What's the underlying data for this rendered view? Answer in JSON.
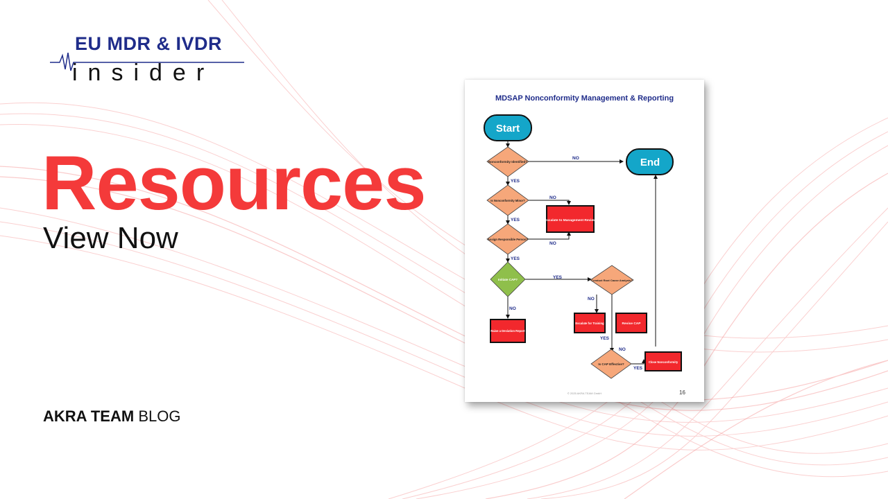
{
  "logo": {
    "title": "EU MDR & IVDR",
    "subtitle": "insider"
  },
  "hero": {
    "headline": "Resources",
    "subline": "View Now"
  },
  "footer": {
    "brand_bold": "AKRA TEAM",
    "brand_rest": "BLOG"
  },
  "document": {
    "title": "MDSAP Nonconformity Management & Reporting",
    "copyright": "© 2025 AKRA TEAM GmbH",
    "page_number": "16",
    "nodes": {
      "start": "Start",
      "end": "End",
      "identified": "Nonconformity Identified?",
      "minor": "Is Nonconformity Minor?",
      "escalate_mgmt": "Escalate to Management Review",
      "assign": "Assign Responsible Person?",
      "initiate_cap": "Initiate CAP?",
      "root_cause": "Conduct Root Cause Analysis?",
      "escalate_training": "Escalate for Training",
      "revise_cap": "Revise CAP",
      "deviation": "Raise a Deviation Report",
      "cap_effective": "Is CAP Effective?",
      "close": "Close Nonconformity"
    },
    "edges": {
      "no": "NO",
      "yes": "YES"
    }
  },
  "colors": {
    "accent_red": "#f43a3a",
    "brand_navy": "#1f2c8a",
    "terminal_teal": "#14a6c9",
    "decision_orange": "#f6a77a",
    "decision_green": "#8fbf4b",
    "process_red": "#f2282d"
  }
}
